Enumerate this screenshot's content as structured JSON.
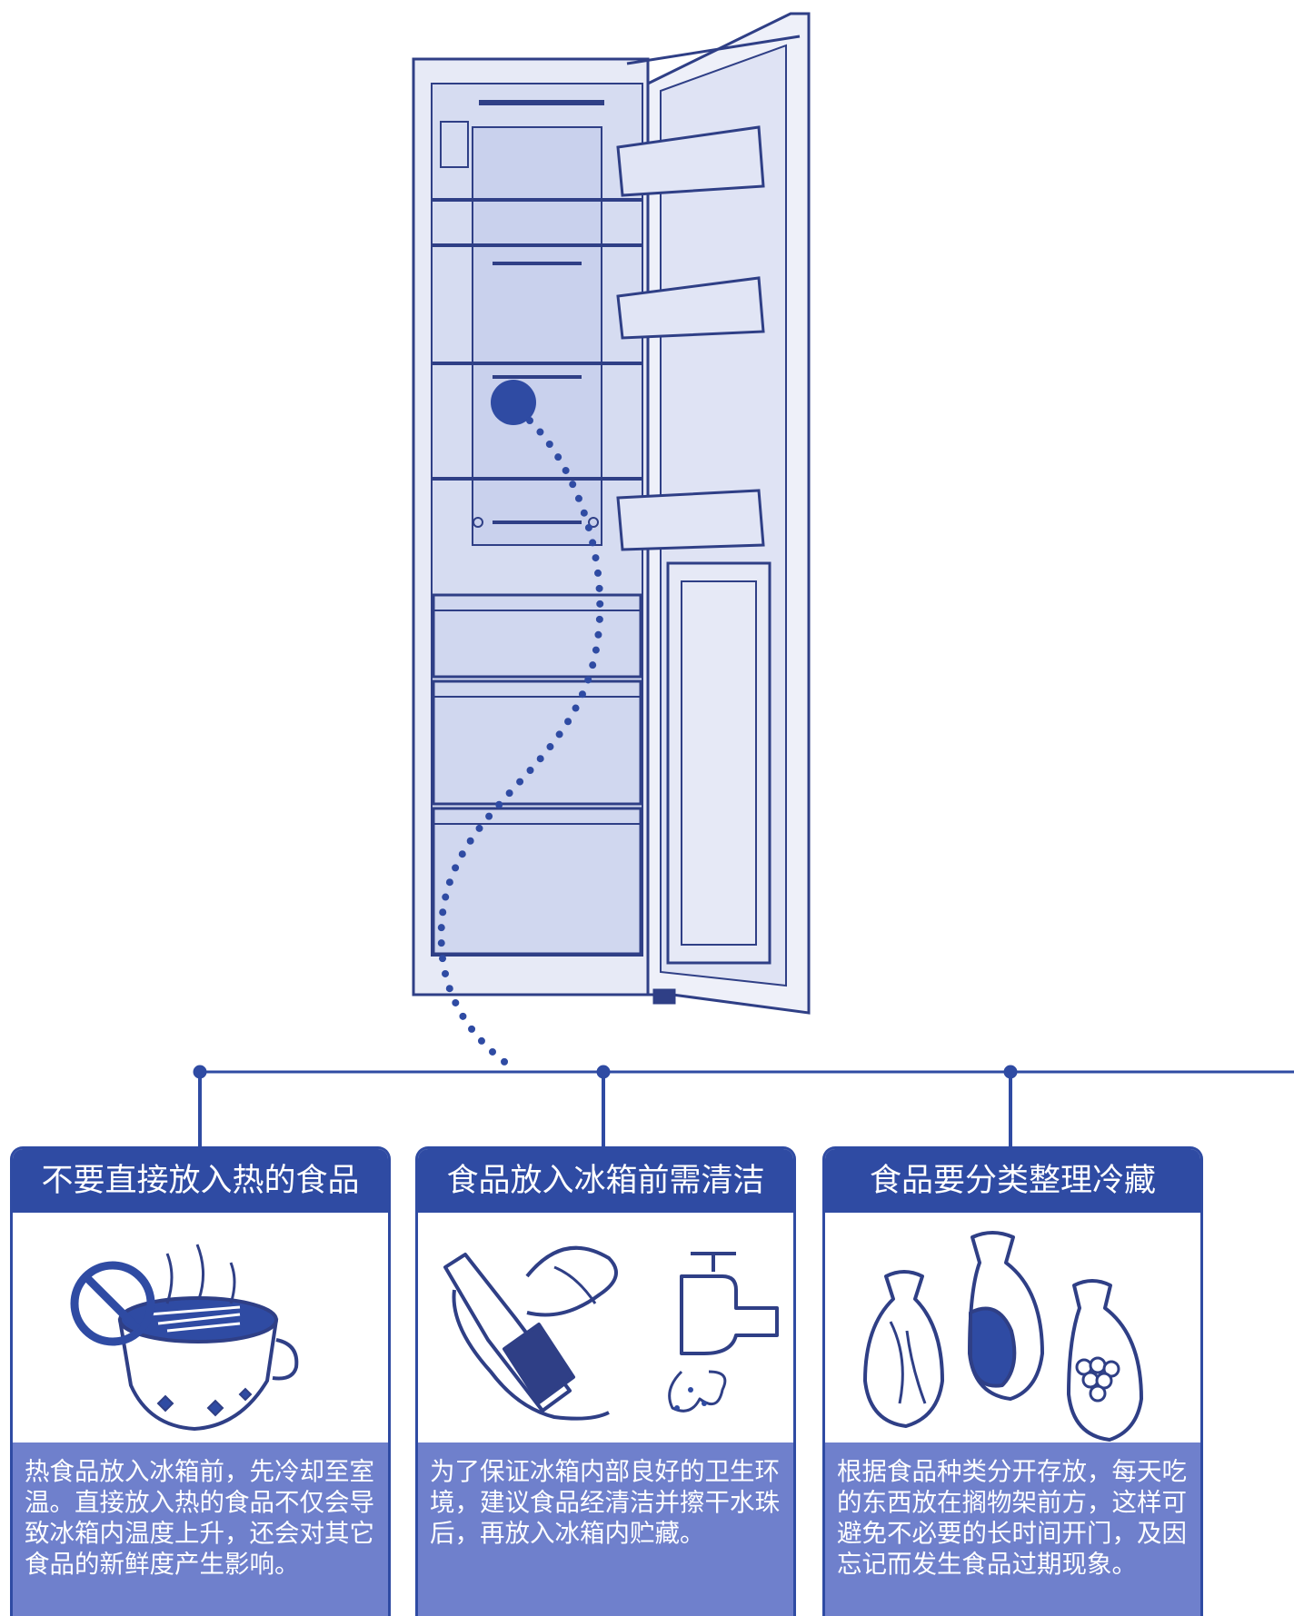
{
  "colors": {
    "accent": "#2f4ba3",
    "panel": "#6f80cc",
    "outline": "#2f3f86",
    "interior": "#d6dcf1"
  },
  "illustration": {
    "subject": "open-refrigerator",
    "marker": "hot-food-marker-dot"
  },
  "cards": [
    {
      "title": "不要直接放入热的食品",
      "icon": "no-hot-food-bowl-icon",
      "text": "热食品放入冰箱前，先冷却至室温。直接放入热的食品不仅会导致冰箱内温度上升，还会对其它食品的新鲜度产生影响。"
    },
    {
      "title": "食品放入冰箱前需清洁",
      "icon": "clean-bottle-and-tap-icon",
      "text": "为了保证冰箱内部良好的卫生环境，建议食品经清洁并擦干水珠后，再放入冰箱内贮藏。"
    },
    {
      "title": "食品要分类整理冷藏",
      "icon": "sorted-food-bags-icon",
      "text": "根据食品种类分开存放，每天吃的东西放在搁物架前方，这样可避免不必要的长时间开门，及因忘记而发生食品过期现象。"
    }
  ]
}
